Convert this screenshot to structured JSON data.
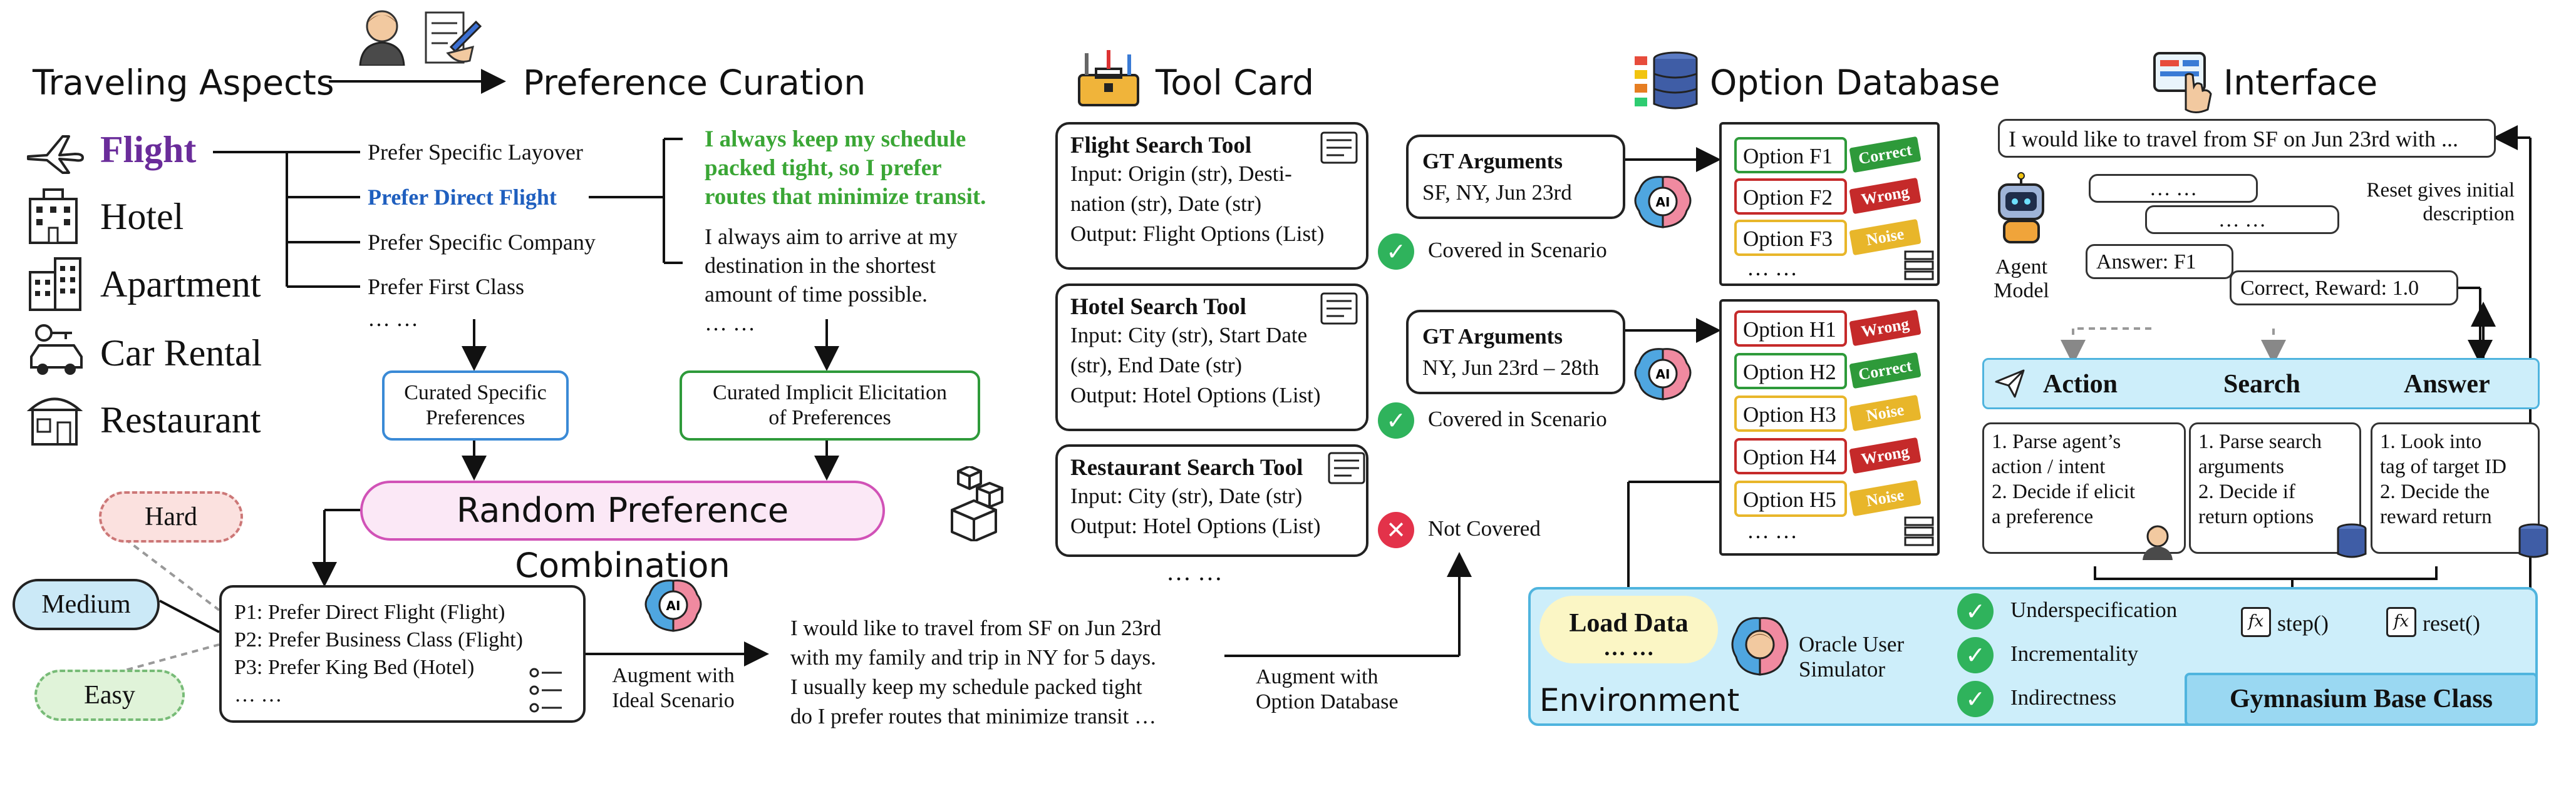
{
  "headers": {
    "traveling_aspects": "Traveling Aspects",
    "preference_curation": "Preference Curation",
    "tool_card": "Tool Card",
    "option_database": "Option Database",
    "interface": "Interface"
  },
  "aspects": [
    "Flight",
    "Hotel",
    "Apartment",
    "Car Rental",
    "Restaurant"
  ],
  "preferences": [
    "Prefer Specific Layover",
    "Prefer Direct Flight",
    "Prefer Specific Company",
    "Prefer First Class",
    "… …"
  ],
  "quotes": {
    "green": [
      "I always keep my schedule",
      "packed tight, so I prefer",
      "routes that minimize transit."
    ],
    "black": [
      "I always aim to arrive at my",
      "destination in the shortest",
      "amount of time possible."
    ],
    "ellipsis": "… …"
  },
  "curated": {
    "specific": [
      "Curated Specific",
      "Preferences"
    ],
    "implicit": [
      "Curated Implicit Elicitation",
      "of Preferences"
    ]
  },
  "combination": "Random Preference Combination",
  "difficulty": [
    "Hard",
    "Medium",
    "Easy"
  ],
  "combo_list": [
    "P1: Prefer Direct Flight (Flight)",
    "P2: Prefer Business Class (Flight)",
    "P3: Prefer King Bed (Hotel)",
    "… …"
  ],
  "augment_ideal": [
    "Augment with",
    "Ideal Scenario"
  ],
  "user_query": [
    "I would like to travel from SF on Jun 23rd",
    "with my family and trip in NY for 5 days.",
    "I usually keep my schedule packed tight",
    "do I prefer routes that minimize transit …"
  ],
  "augment_option": [
    "Augment with",
    "Option Database"
  ],
  "tools": [
    {
      "title": "Flight Search Tool",
      "lines": [
        "Input: Origin (str), Desti-",
        "nation (str), Date (str)",
        "Output: Flight Options (List)"
      ]
    },
    {
      "title": "Hotel Search Tool",
      "lines": [
        "Input: City (str), Start Date",
        "(str), End Date (str)",
        "Output: Hotel Options (List)"
      ]
    },
    {
      "title": "Restaurant Search Tool",
      "lines": [
        "Input: City (str), Date (str)",
        "Output: Hotel Options (List)"
      ]
    }
  ],
  "tools_more": "… …",
  "coverage": [
    "Covered in Scenario",
    "Covered in Scenario",
    "Not Covered"
  ],
  "gt": [
    {
      "title": "GT Arguments",
      "value": "SF, NY, Jun 23rd"
    },
    {
      "title": "GT Arguments",
      "value": "NY, Jun 23rd – 28th"
    }
  ],
  "flight_options": [
    {
      "label": "Option F1",
      "tag": "Correct"
    },
    {
      "label": "Option F2",
      "tag": "Wrong"
    },
    {
      "label": "Option F3",
      "tag": "Noise"
    }
  ],
  "hotel_options": [
    {
      "label": "Option H1",
      "tag": "Wrong"
    },
    {
      "label": "Option H2",
      "tag": "Correct"
    },
    {
      "label": "Option H3",
      "tag": "Noise"
    },
    {
      "label": "Option H4",
      "tag": "Wrong"
    },
    {
      "label": "Option H5",
      "tag": "Noise"
    }
  ],
  "options_more": "… …",
  "interface": {
    "query": "I would like to travel from SF on Jun 23rd with ...",
    "bubble1": "… …",
    "bubble2": "… …",
    "reset_note": [
      "Reset gives initial",
      "description"
    ],
    "agent_label": [
      "Agent",
      "Model"
    ],
    "answer": "Answer: F1",
    "reward": "Correct, Reward: 1.0",
    "actions": [
      "Action",
      "Search",
      "Answer"
    ],
    "steps": [
      [
        "1. Parse agent’s",
        "action / intent",
        "2. Decide if elicit",
        "a preference"
      ],
      [
        "1. Parse search",
        "arguments",
        "2. Decide if",
        "return options"
      ],
      [
        "1. Look into",
        "tag of target ID",
        "2. Decide the",
        "reward return"
      ]
    ],
    "step_fn": "step()",
    "reset_fn": "reset()",
    "fx": "fx"
  },
  "environment": {
    "load_data": "Load Data",
    "dots": "… …",
    "label": "Environment",
    "oracle": [
      "Oracle User",
      "Simulator"
    ],
    "properties": [
      "Underspecification",
      "Incrementality",
      "Indirectness"
    ],
    "gym": "Gymnasium Base Class"
  },
  "colors": {
    "flight_purple": "#6a2c9a",
    "direct_blue": "#1f5fbf",
    "quote_green": "#3aa635",
    "env_blue": "#cdeefa",
    "gym_blue": "#9ad8f2"
  }
}
